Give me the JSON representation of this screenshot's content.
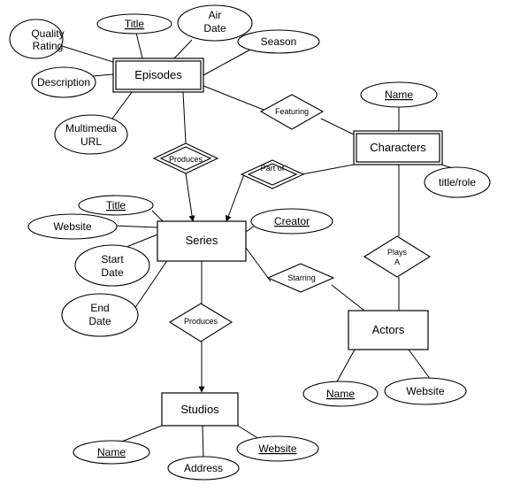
{
  "entities": {
    "episodes": "Episodes",
    "characters": "Characters",
    "series": "Series",
    "actors": "Actors",
    "studios": "Studios"
  },
  "attributes": {
    "quality_rating": [
      "Quality",
      "Rating"
    ],
    "episode_title": "Title",
    "air_date": [
      "Air",
      "Date"
    ],
    "season": "Season",
    "description": "Description",
    "multimedia_url": [
      "Multimedia",
      "URL"
    ],
    "character_name": "Name",
    "title_role": "title/role",
    "series_title": "Title",
    "website": "Website",
    "start_date": [
      "Start",
      "Date"
    ],
    "end_date": [
      "End",
      "Date"
    ],
    "creator": "Creator",
    "actor_name": "Name",
    "actor_website": "Website",
    "studio_name": "Name",
    "address": "Address",
    "studio_website": "Website"
  },
  "relationships": {
    "featuring": "Featuring",
    "produces_episodes": "Produces",
    "part_of": "Part of",
    "plays_a": [
      "Plays",
      "A"
    ],
    "starring": "Starring",
    "produces_studios": "Produces"
  }
}
